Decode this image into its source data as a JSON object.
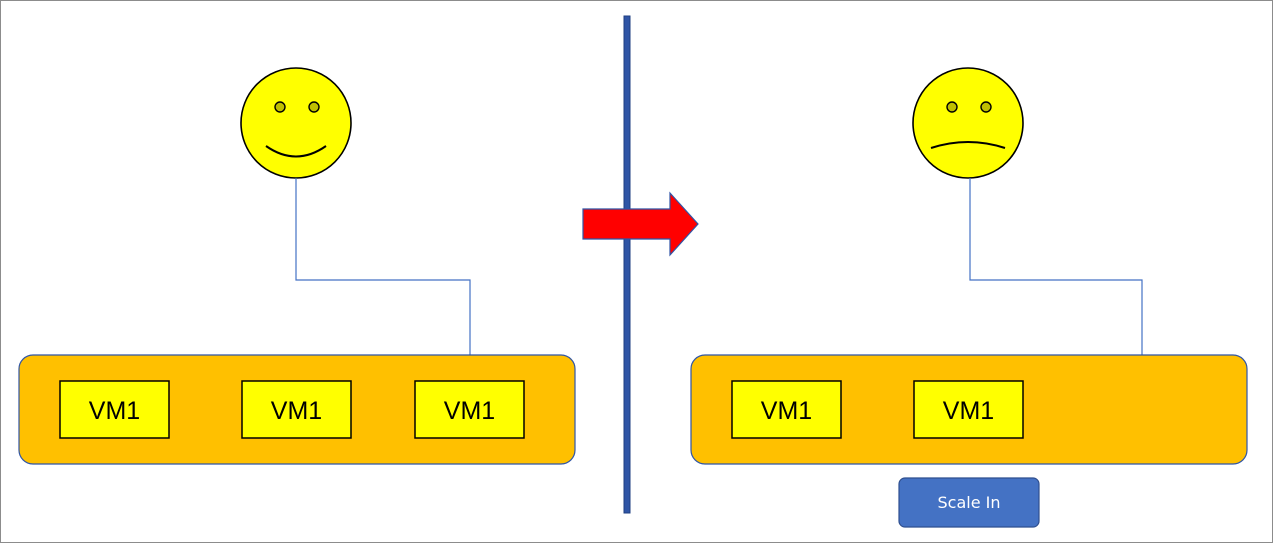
{
  "colors": {
    "face_fill": "#ffff00",
    "pool_fill": "#ffc000",
    "vm_fill": "#ffff00",
    "divider": "#2f55a6",
    "connector": "#4472c4",
    "arrow": "#ff0000",
    "button_fill": "#4472c4"
  },
  "icons": {
    "left_face": "happy-face-icon",
    "right_face": "sad-face-icon",
    "transition": "right-arrow-icon"
  },
  "left": {
    "vms": [
      {
        "label": "VM1"
      },
      {
        "label": "VM1"
      },
      {
        "label": "VM1"
      }
    ]
  },
  "right": {
    "vms": [
      {
        "label": "VM1"
      },
      {
        "label": "VM1"
      }
    ],
    "action_button": {
      "label": "Scale In"
    }
  }
}
